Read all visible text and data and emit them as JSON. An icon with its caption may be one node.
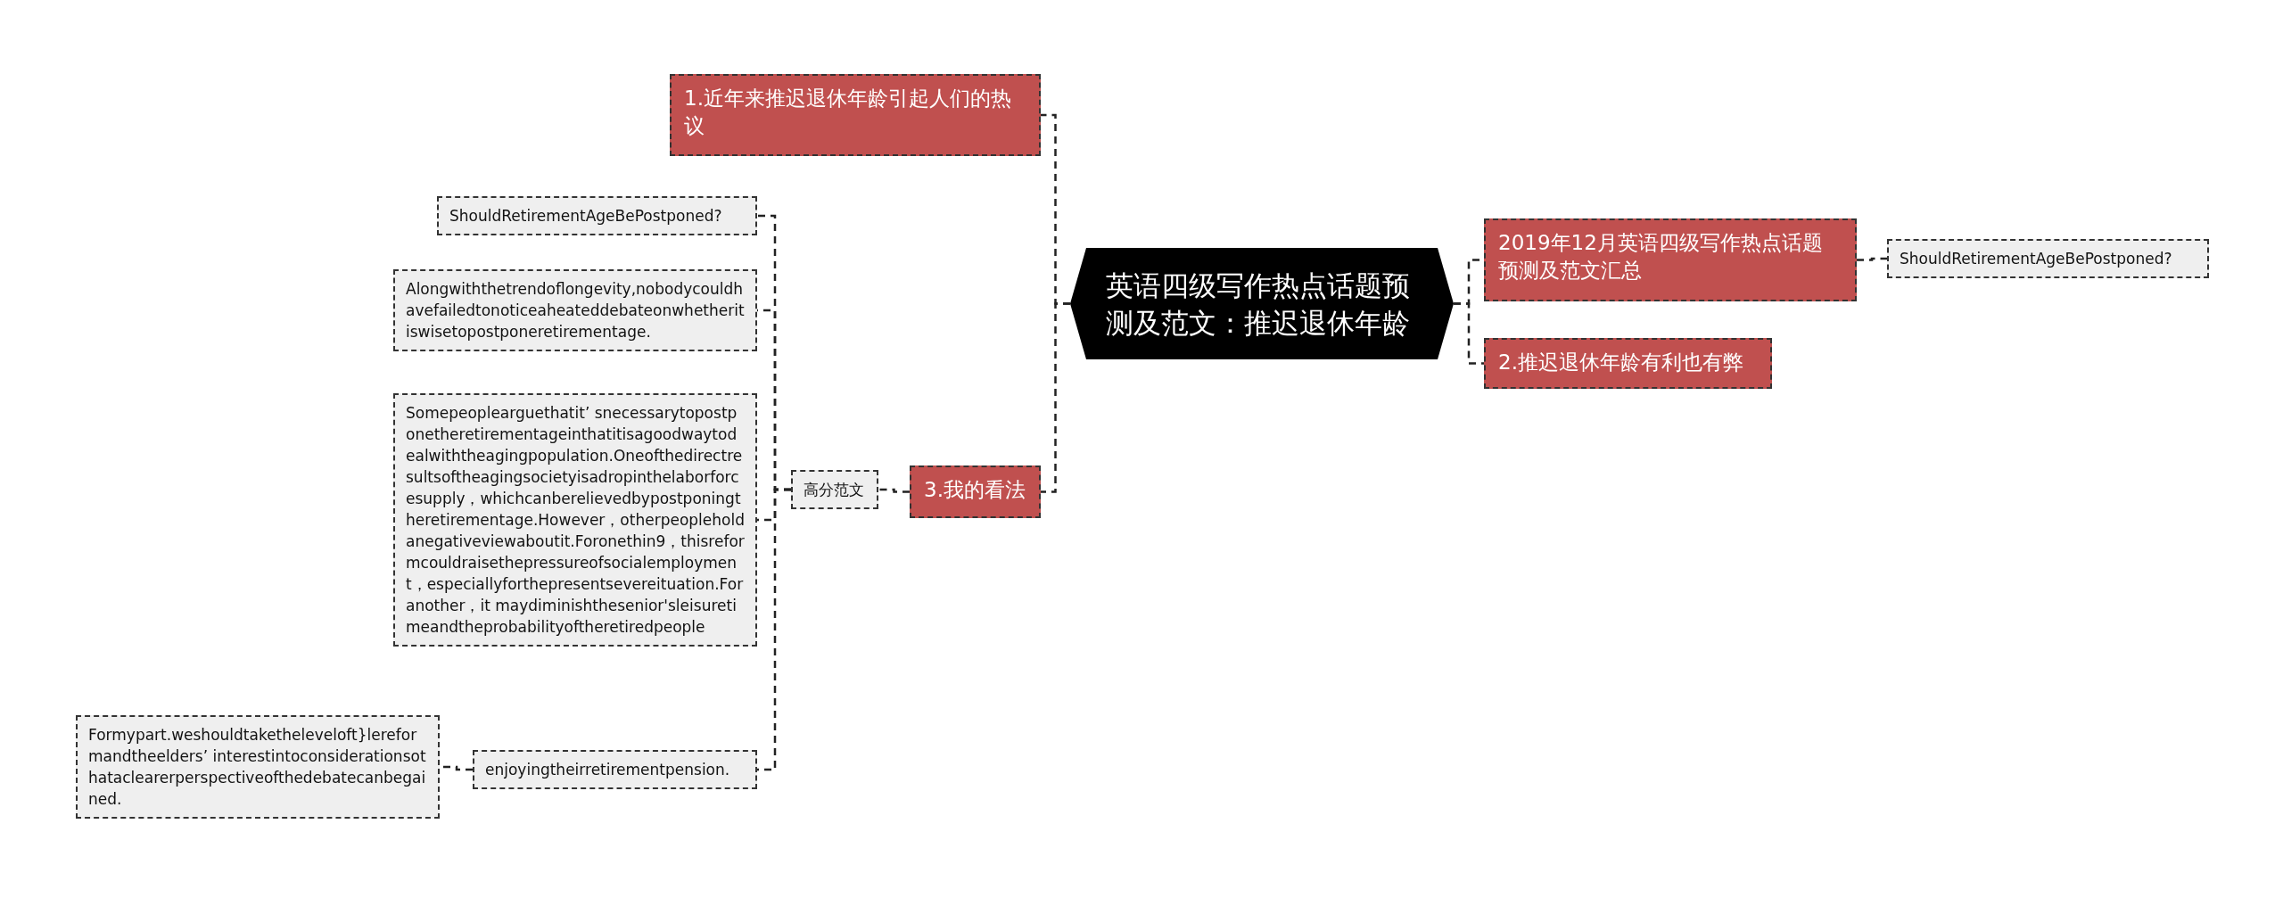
{
  "diagram": {
    "nodes": [
      {
        "text": [
          "英语四级写作热点话题预测及范文：推迟退休年龄"
        ]
      },
      {
        "text": [
          "1.近年来推迟退休年龄引起人们的热议"
        ]
      },
      {
        "text": [
          "3.我的看法"
        ]
      },
      {
        "text": [
          "高分范文"
        ]
      },
      {
        "text": [
          "ShouldRetirementAgeBePostponed?"
        ]
      },
      {
        "text": [
          "Alongwiththetrendoflongevity,nobodycouldhavefailedtonoticeaheateddebateonwhetheritiswisetopostponeretirementage."
        ]
      },
      {
        "text": [
          "Somepeoplearguethatit’ snecessarytopostponetheretirementageinthatitisagoodwaytodealwiththeagingpopulation.Oneofthedirectresultsoftheagingsocietyisadropinthelaborforcesupply，whichcanberelievedbypostponingtheretirementage.However，otherpeopleholdanegativeviewaboutit.Foronethin9，thisreformcouldraisethepressureofsocialemployment，especiallyforthepresentsevereituation.Foranother，it maydiminishthesenior'sleisuretimeandtheprobabilityoftheretiredpeople"
        ]
      },
      {
        "text": [
          "enjoyingtheirretirementpension."
        ]
      },
      {
        "text": [
          "Formypart.weshouldtaketheleveloft}lereformandtheelders’ interestintoconsiderationsothataclearerperspectiveofthedebatecanbegained."
        ]
      },
      {
        "text": [
          "2019年12月英语四级写作热点话题预测及范文汇总"
        ]
      },
      {
        "text": [
          "ShouldRetirementAgeBePostponed?"
        ]
      },
      {
        "text": [
          "2.推迟退休年龄有利也有弊"
        ]
      }
    ],
    "edges": [
      {
        "from": 0,
        "to": 1,
        "arrow": "none"
      },
      {
        "from": 0,
        "to": 2,
        "arrow": "none"
      },
      {
        "from": 2,
        "to": 3,
        "arrow": "none"
      },
      {
        "from": 3,
        "to": 4,
        "arrow": "none"
      },
      {
        "from": 3,
        "to": 5,
        "arrow": "none"
      },
      {
        "from": 3,
        "to": 6,
        "arrow": "none"
      },
      {
        "from": 3,
        "to": 7,
        "arrow": "none"
      },
      {
        "from": 7,
        "to": 8,
        "arrow": "none"
      },
      {
        "from": 0,
        "to": 9,
        "arrow": "none"
      },
      {
        "from": 9,
        "to": 10,
        "arrow": "none"
      },
      {
        "from": 0,
        "to": 11,
        "arrow": "none"
      }
    ]
  }
}
